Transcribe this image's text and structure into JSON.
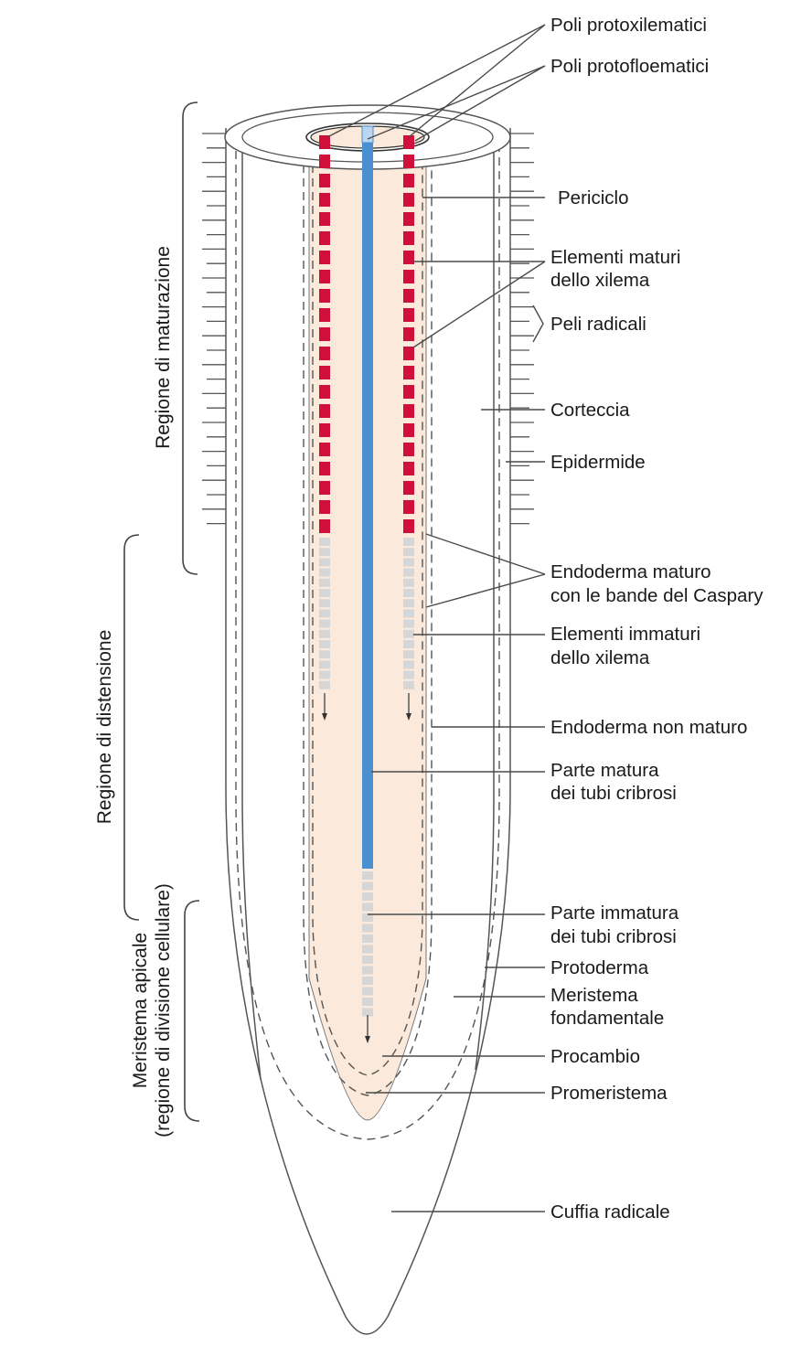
{
  "labels": {
    "poli_protoxilematici": "Poli protoxilematici",
    "poli_protofloematici": "Poli protofloematici",
    "periciclo": "Periciclo",
    "elementi_maturi_1": "Elementi maturi",
    "elementi_maturi_2": "dello xilema",
    "peli_radicali": "Peli radicali",
    "corteccia": "Corteccia",
    "epidermide": "Epidermide",
    "endoderma_maturo_1": "Endoderma maturo",
    "endoderma_maturo_2": "con le bande del Caspary",
    "elementi_immaturi_1": "Elementi immaturi",
    "elementi_immaturi_2": "dello xilema",
    "endoderma_non_maturo": "Endoderma non maturo",
    "parte_matura_1": "Parte matura",
    "parte_matura_2": "dei tubi cribrosi",
    "parte_immatura_1": "Parte immatura",
    "parte_immatura_2": "dei tubi cribrosi",
    "protoderma": "Protoderma",
    "meristema_fond_1": "Meristema",
    "meristema_fond_2": "fondamentale",
    "procambio": "Procambio",
    "promeristema": "Promeristema",
    "cuffia_radicale": "Cuffia radicale"
  },
  "regions": {
    "maturazione": "Regione di maturazione",
    "distensione": "Regione di distensione",
    "meristema_1": "Meristema apicale",
    "meristema_2": "(regione di divisione cellulare)"
  },
  "colors": {
    "xylem_mature": "#d0103a",
    "xylem_immature": "#d6d6d6",
    "phloem": "#4a8fcf",
    "phloem_immature": "#d6d6d6",
    "stele_fill": "#fbeadb"
  }
}
